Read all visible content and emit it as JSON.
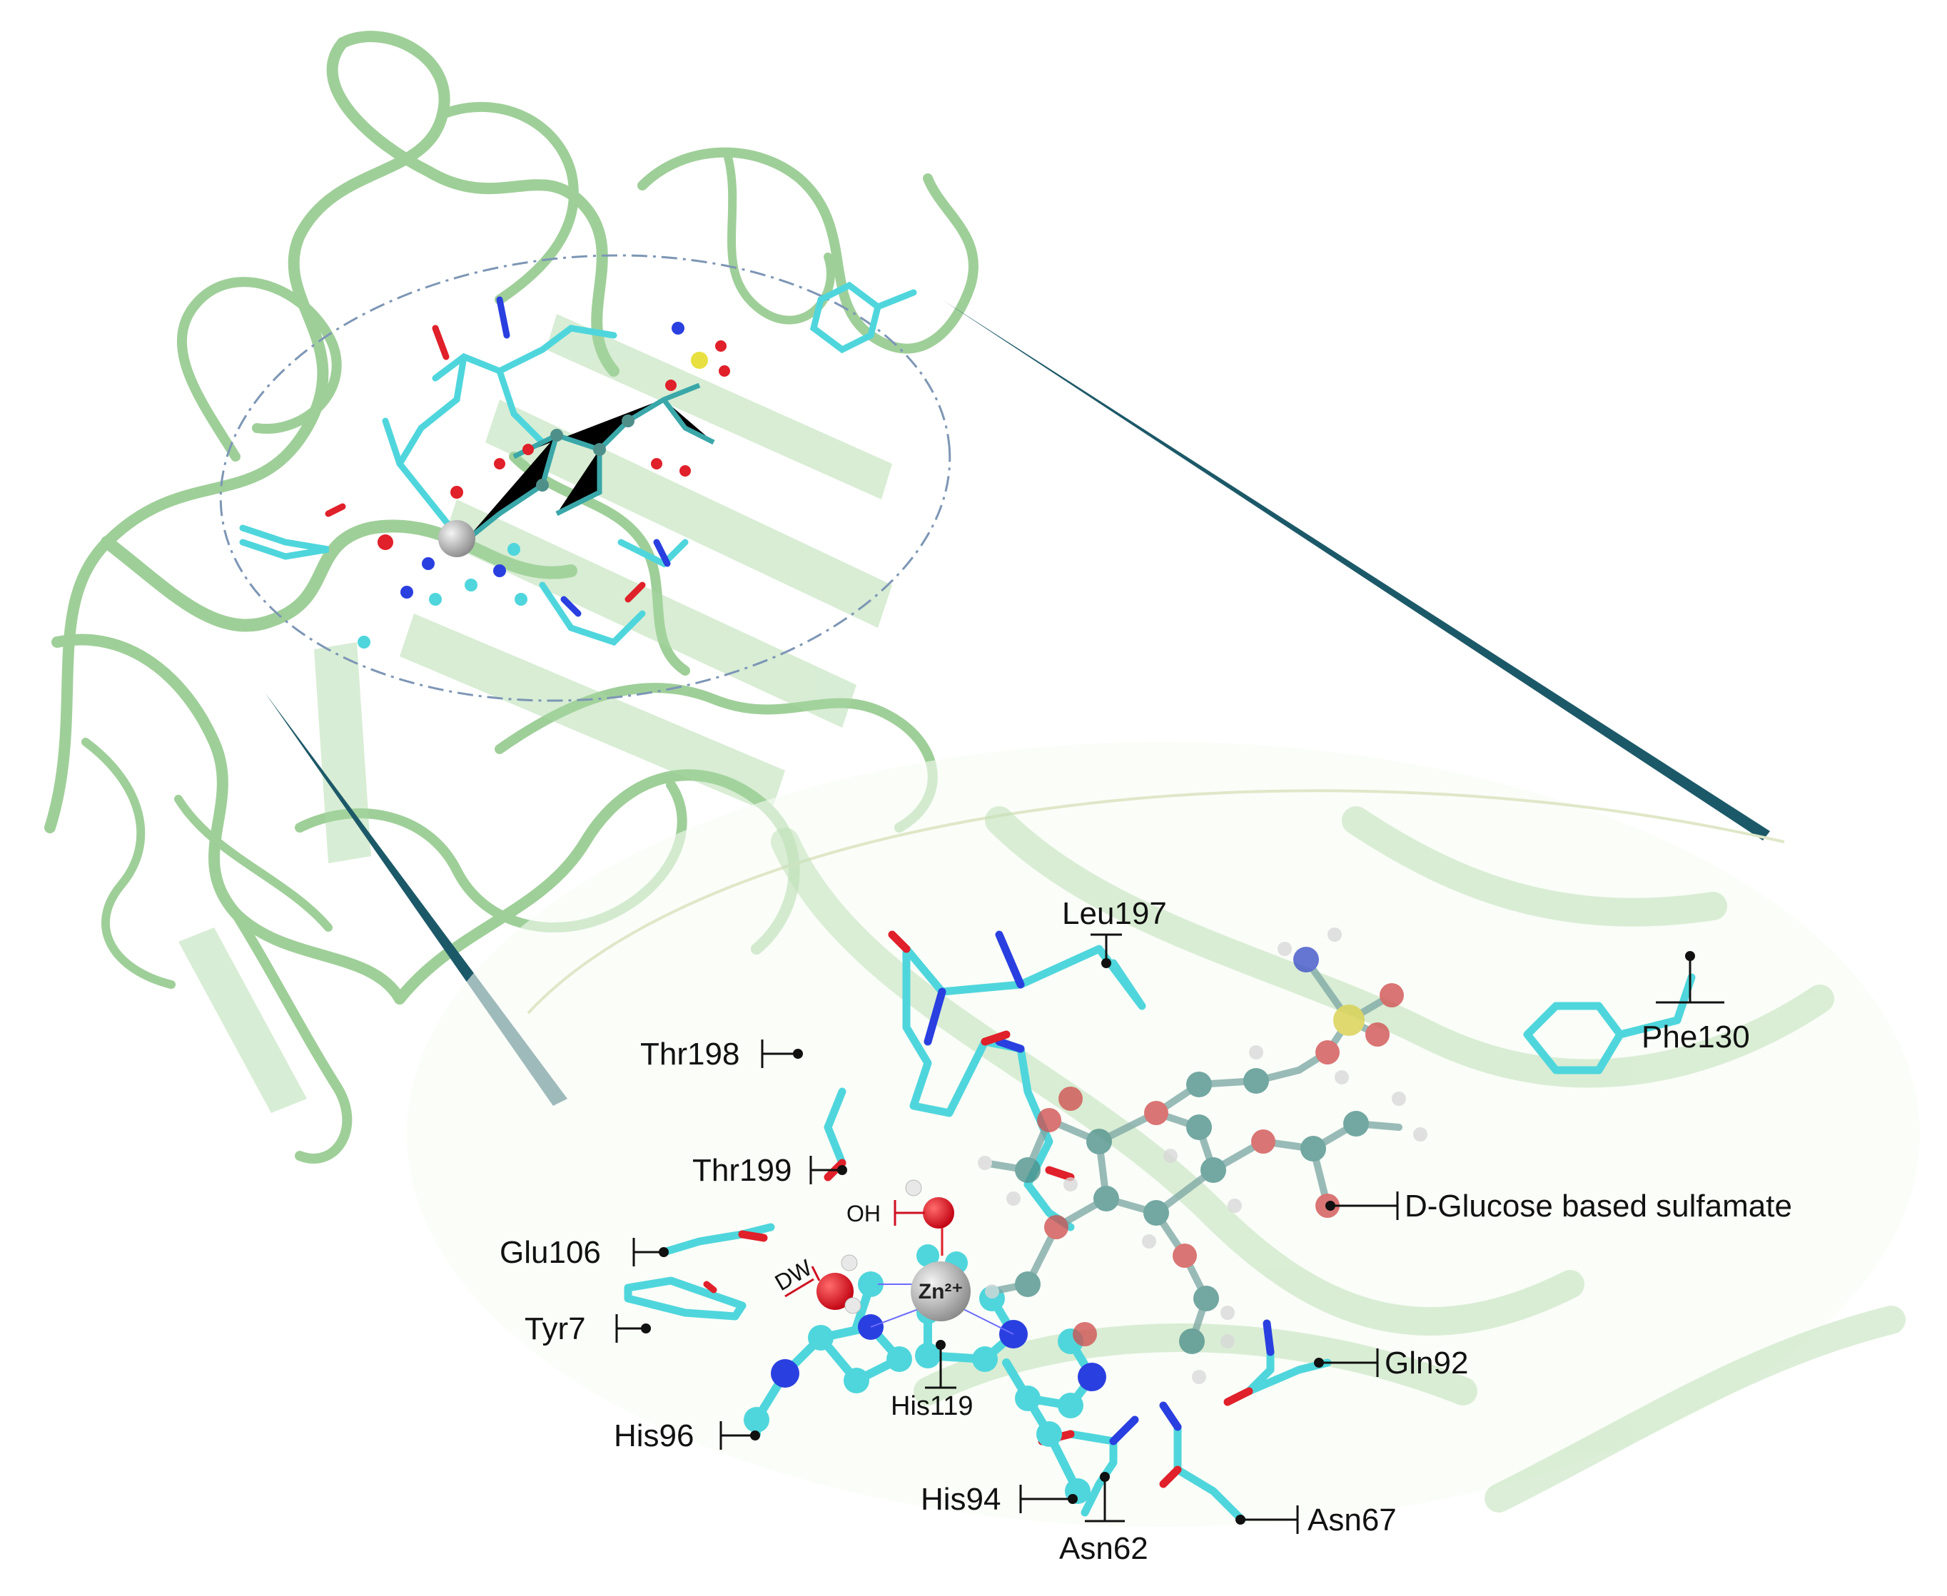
{
  "labels": {
    "leu197": "Leu197",
    "phe130": "Phe130",
    "thr198": "Thr198",
    "thr199": "Thr199",
    "oh": "OH",
    "glucose": "D-Glucose based sulfamate",
    "glu106": "Glu106",
    "dw": "DW",
    "zn": "Zn²⁺",
    "tyr7": "Tyr7",
    "his119": "His119",
    "gln92": "Gln92",
    "his96": "His96",
    "his94": "His94",
    "asn67": "Asn67",
    "asn62": "Asn62"
  },
  "colors": {
    "ribbon": "#7fbf77",
    "carbon": "#4fd6dc",
    "oxygen": "#e0202a",
    "nitrogen": "#2a3fe0",
    "sulfur": "#e8e040",
    "hydrogen": "#e8e8e8",
    "ligand_carbon": "#4e8f8a",
    "zinc": "#a8a8a8",
    "beam": "#1c5968"
  }
}
